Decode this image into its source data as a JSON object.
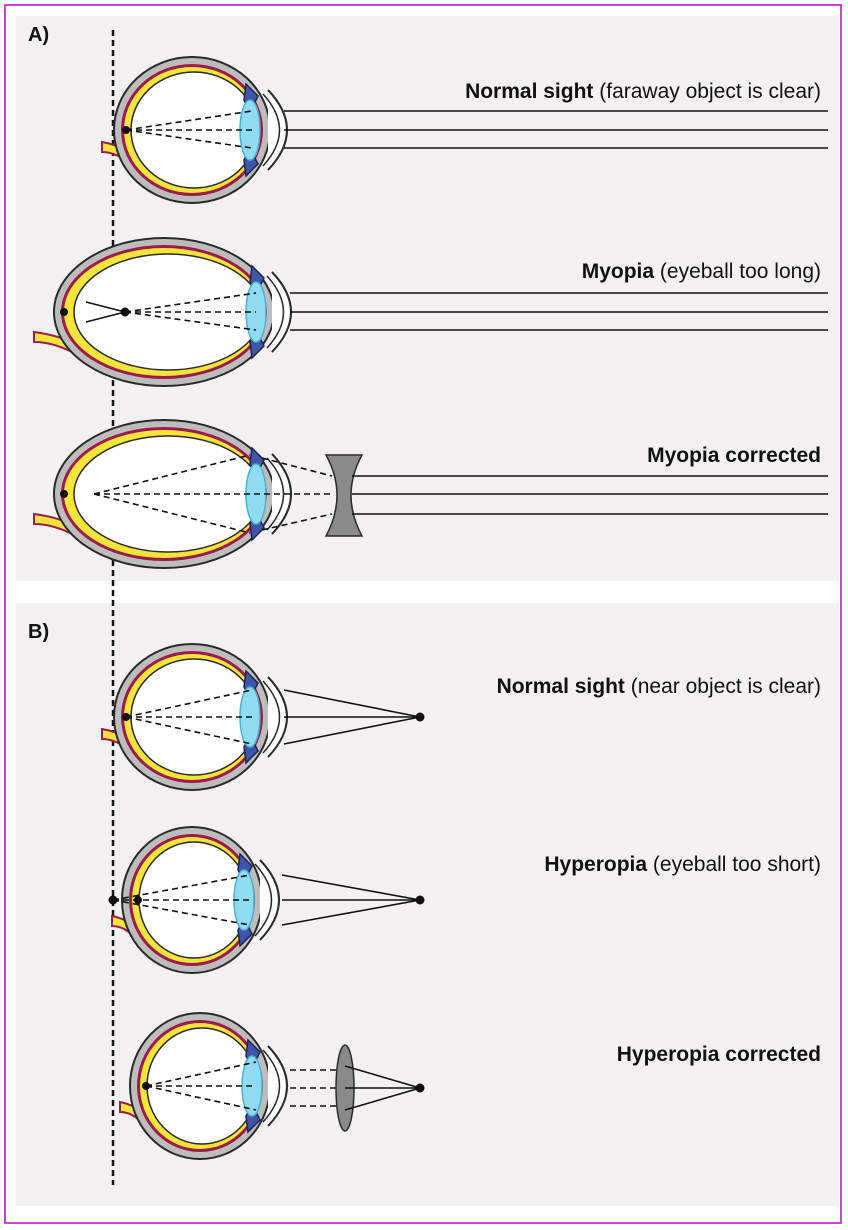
{
  "colors": {
    "border": "#d13fd6",
    "panel_bg": "#f2f0f1",
    "sclera": "#bdbdbd",
    "retina": "#9b1c4a",
    "nerve": "#f5e43a",
    "lens": "#8fdcf2",
    "iris": "#3f55a8",
    "corrective_lens": "#8a8a8a"
  },
  "panel_a": {
    "letter": "A)",
    "rows": [
      {
        "title": "Normal sight",
        "detail": " (faraway object is clear)"
      },
      {
        "title": "Myopia",
        "detail": " (eyeball too long)"
      },
      {
        "title": "Myopia corrected",
        "detail": ""
      }
    ]
  },
  "panel_b": {
    "letter": "B)",
    "rows": [
      {
        "title": "Normal sight",
        "detail": " (near object is clear)"
      },
      {
        "title": "Hyperopia",
        "detail": " (eyeball too short)"
      },
      {
        "title": "Hyperopia corrected",
        "detail": ""
      }
    ]
  }
}
